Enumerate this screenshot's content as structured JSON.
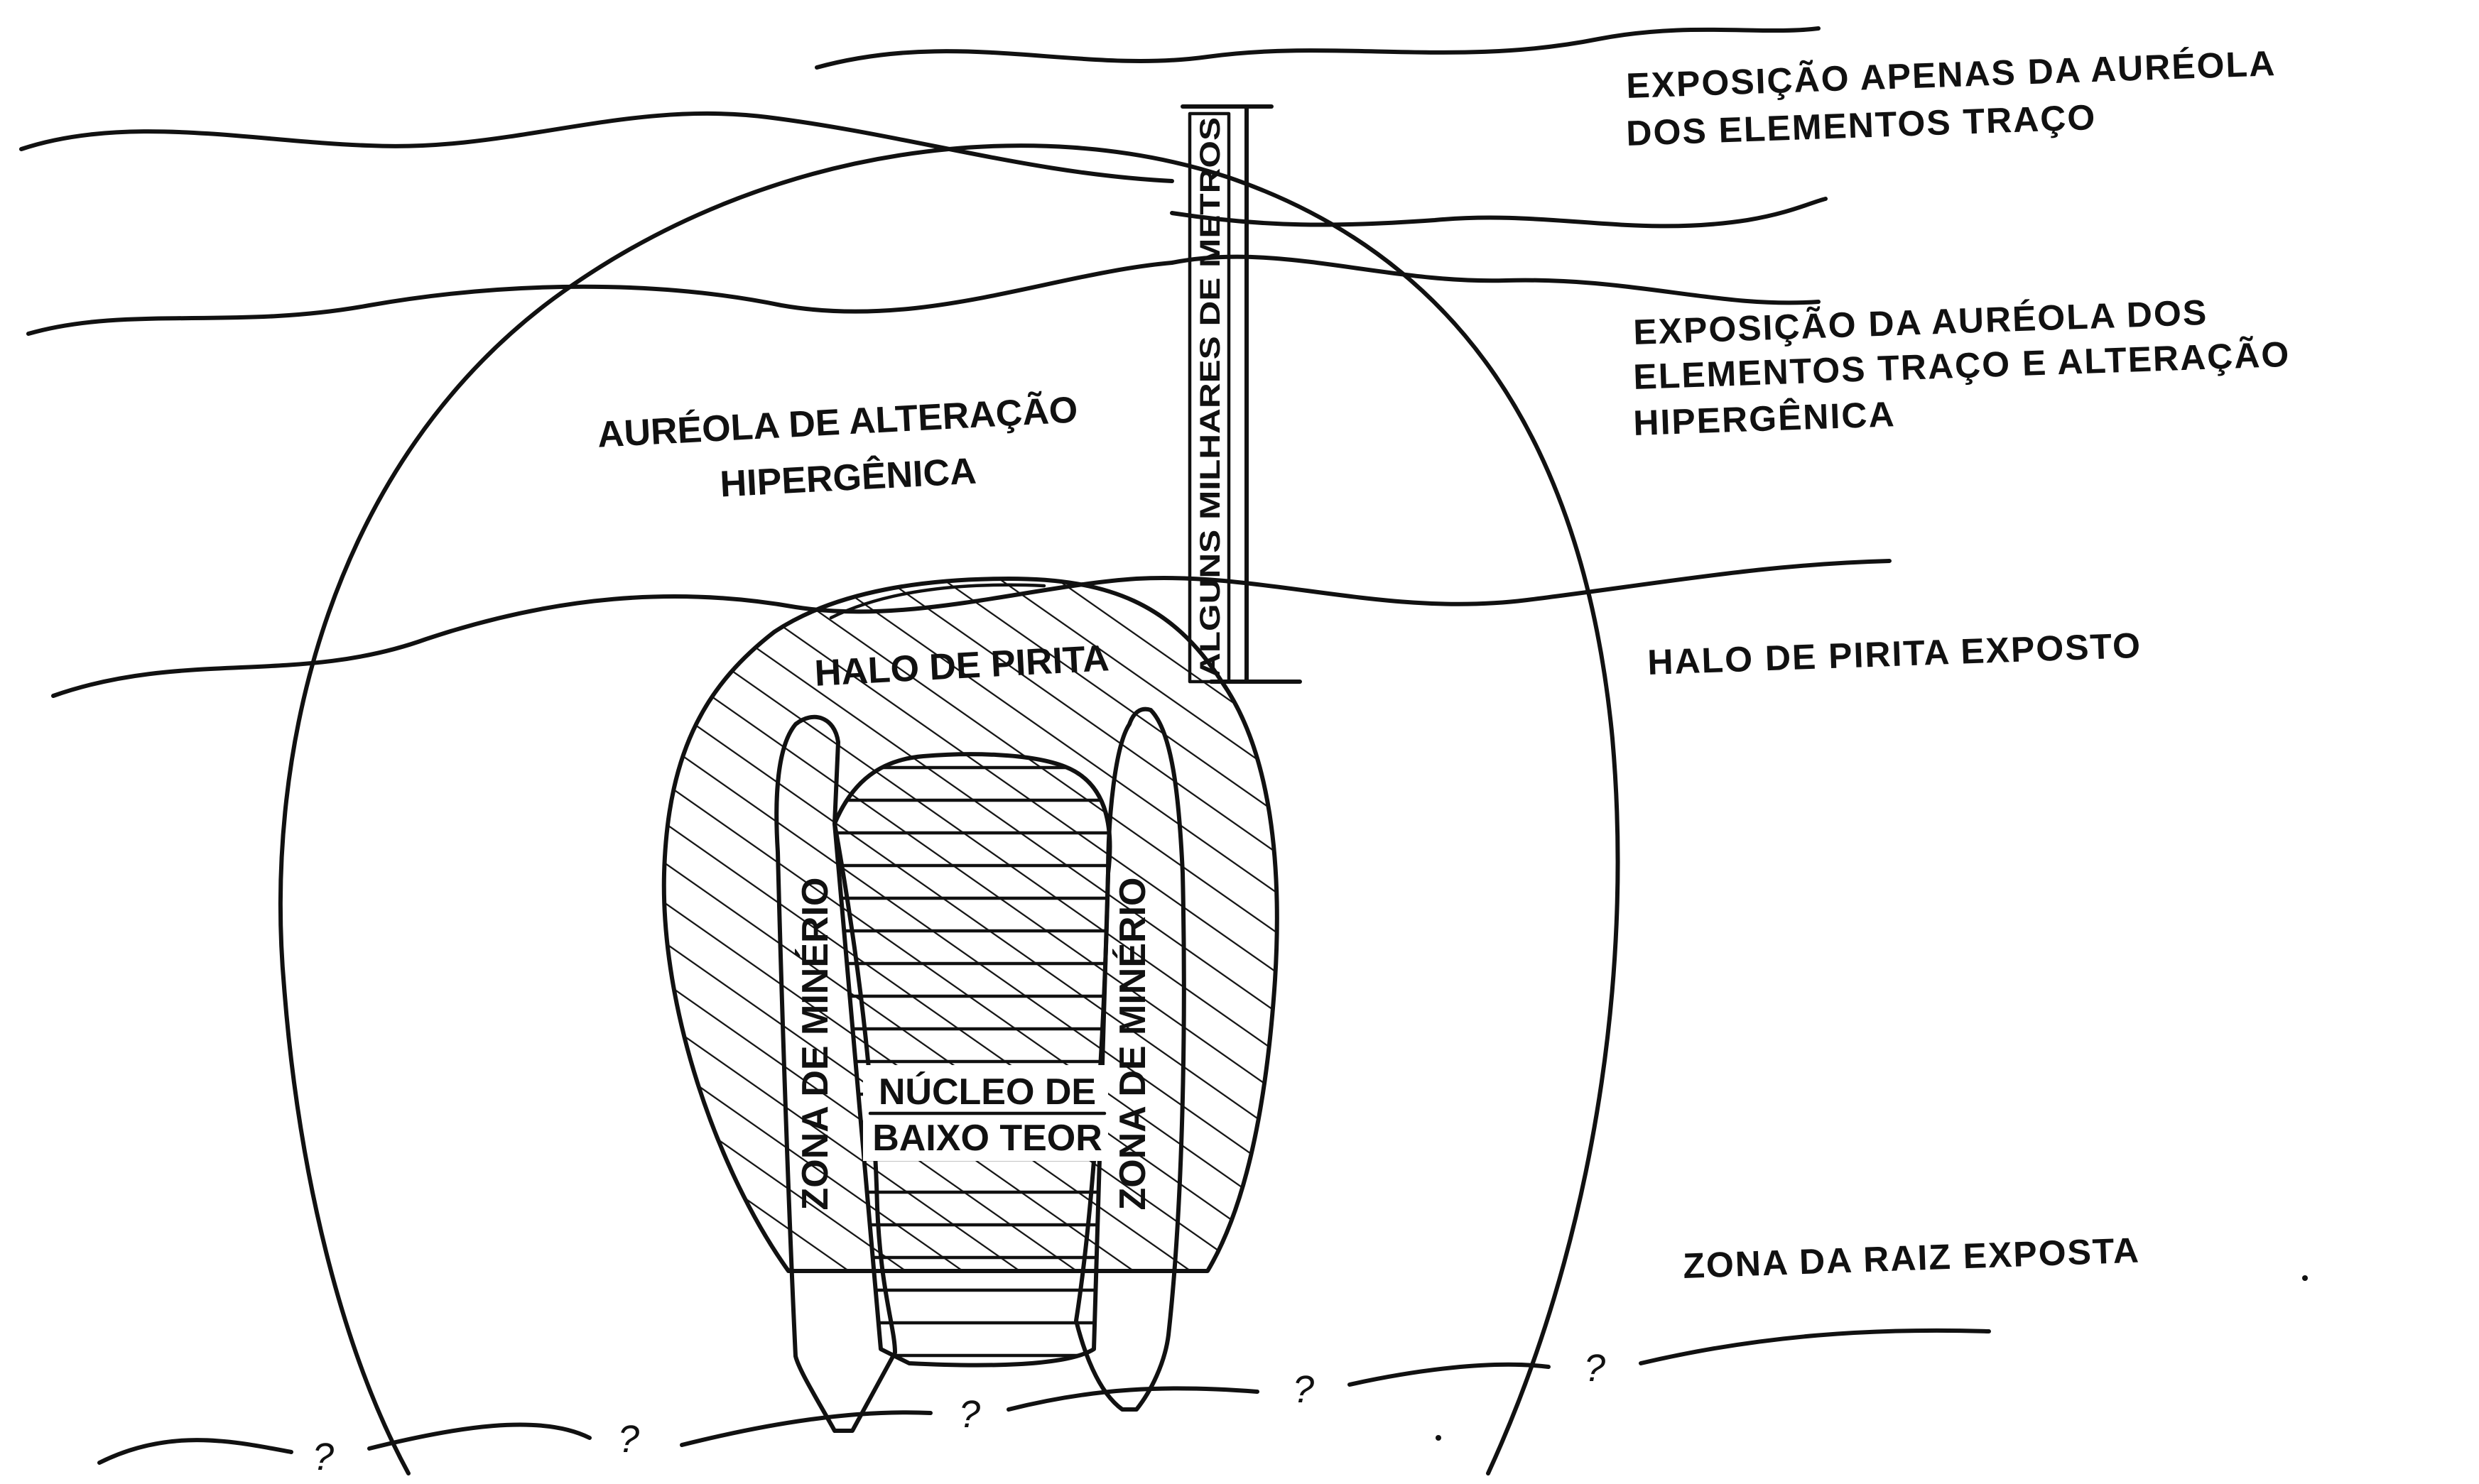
{
  "diagram": {
    "labels": {
      "exposure_trace_only": [
        "EXPOSIÇÃO APENAS DA AURÉOLA",
        "DOS  ELEMENTOS TRAÇO"
      ],
      "exposure_trace_alteration": [
        "EXPOSIÇÃO DA AURÉOLA DOS",
        "ELEMENTOS  TRAÇO  E  ALTERAÇÃO",
        "HIPERGÊNICA"
      ],
      "pyrite_halo_exposed": "HALO  DE  PIRITA  EXPOSTO",
      "root_zone_exposed": "ZONA  DA  RAIZ  EXPOSTA",
      "supergene_aureole": [
        "AURÉOLA DE ALTERAÇÃO",
        "HIPERGÊNICA"
      ],
      "pyrite_halo": "HALO DE PIRITA",
      "ore_zone": "ZONA DE MINÉRIO",
      "low_grade_core": [
        "NÚCLEO DE",
        "BAIXO TEOR"
      ],
      "scale_bar": "ALGUNS MILHARES DE METROS",
      "unknown_marker": "?"
    }
  }
}
